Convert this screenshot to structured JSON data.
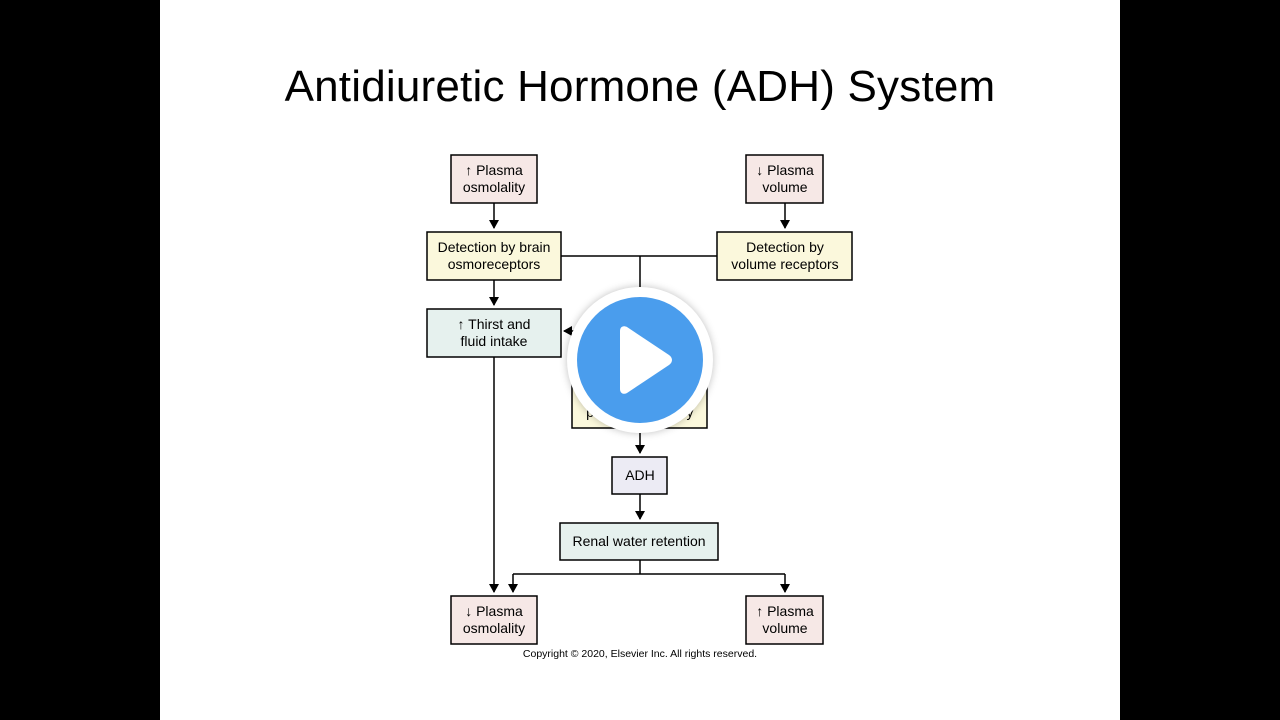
{
  "slide": {
    "title": "Antidiuretic Hormone (ADH) System",
    "copyright": "Copyright © 2020, Elsevier Inc. All rights reserved."
  },
  "diagram": {
    "boxes": {
      "plasma_osmolality_up": {
        "line1": "↑ Plasma",
        "line2": "osmolality",
        "fill": "#f6e8e6"
      },
      "plasma_volume_down": {
        "line1": "↓ Plasma",
        "line2": "volume",
        "fill": "#f6e8e6"
      },
      "brain_osmoreceptors": {
        "line1": "Detection by brain",
        "line2": "osmoreceptors",
        "fill": "#fbf8dc"
      },
      "volume_receptors": {
        "line1": "Detection by",
        "line2": "volume receptors",
        "fill": "#fbf8dc"
      },
      "thirst": {
        "line1": "↑ Thirst and",
        "line2": "fluid intake",
        "fill": "#e6f1ee"
      },
      "pituitary": {
        "line1": "p",
        "line2": "y",
        "fill": "#fbf8dc"
      },
      "adh": {
        "line1": "ADH",
        "fill": "#ecebf4"
      },
      "renal": {
        "line1": "Renal water retention",
        "fill": "#e6f1ee"
      },
      "plasma_osmolality_down": {
        "line1": "↓ Plasma",
        "line2": "osmolality",
        "fill": "#f6e8e6"
      },
      "plasma_volume_up": {
        "line1": "↑ Plasma",
        "line2": "volume",
        "fill": "#f6e8e6"
      }
    }
  },
  "player": {
    "play_icon": "play-icon",
    "accent_color": "#4a9ded"
  }
}
